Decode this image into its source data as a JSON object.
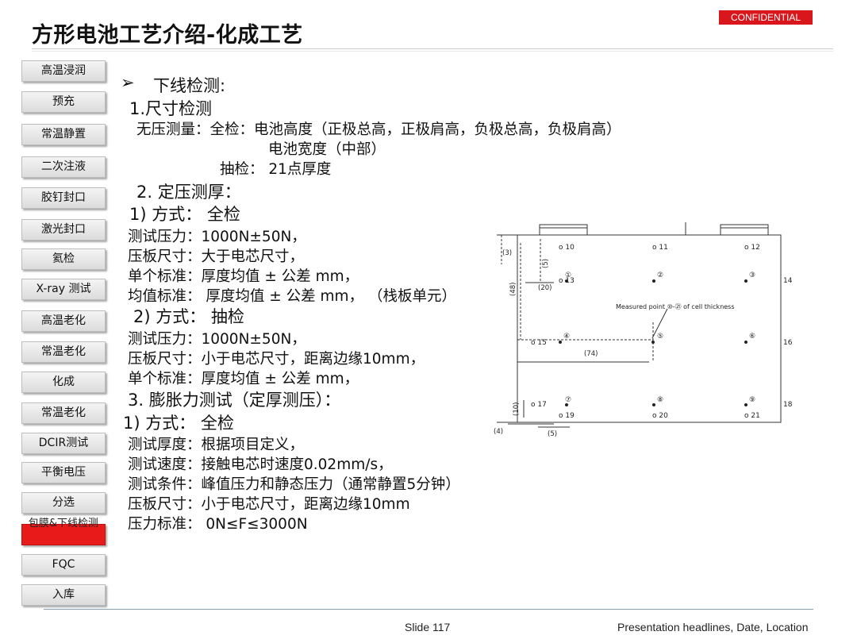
{
  "header": {
    "title": "方形电池工艺介绍-化成工艺",
    "confidential": "CONFIDENTIAL"
  },
  "sidebar": {
    "steps": [
      "高温浸润",
      "预充",
      "常温静置",
      "二次注液",
      "胶钉封口",
      "激光封口",
      "氦检",
      "X-ray 测试",
      "高温老化",
      "常温老化",
      "化成",
      "常温老化",
      "DCIR测试",
      "平衡电压",
      "分选",
      "包膜&下线检测",
      "FQC",
      "入库"
    ],
    "active_index": 15,
    "active_color": "#e81a1a"
  },
  "content": {
    "heading": "下线检测:",
    "sec1": "1.尺寸检测",
    "l1": "无压测量：全检：电池高度（正极总高，正极肩高，负极总高，负极肩高）",
    "l2": "电池宽度（中部）",
    "l3": "抽检：  21点厚度",
    "sec2": "2. 定压测厚：",
    "m1": "1)     方式：  全检",
    "m1a": "测试压力：1000N±50N，",
    "m1b": "压板尺寸：大于电芯尺寸，",
    "m1c": "单个标准：厚度均值  ± 公差 mm，",
    "m1d": "均值标准：  厚度均值 ± 公差 mm，  （栈板单元）",
    "m2": "2)     方式：  抽检",
    "m2a": "测试压力：1000N±50N，",
    "m2b": "压板尺寸：小于电芯尺寸，距离边缘10mm，",
    "m2c": "单个标准：厚度均值  ± 公差 mm，",
    "sec3": "3. 膨胀力测试（定厚测压）：",
    "s1": "1)        方式：  全检",
    "s1a": "测试厚度：根据项目定义，",
    "s1b": "测试速度：接触电芯时速度0.02mm/s，",
    "s1c": "测试条件：峰值压力和静态压力（通常静置5分钟）",
    "s1d": "压板尺寸：小于电芯尺寸，距离边缘10mm",
    "s1e": "压力标准：  0N≤F≤3000N"
  },
  "diagram": {
    "annotation": "Measured point ⑩-㉑ of cell thickness",
    "points": [
      "10",
      "11",
      "12",
      "13",
      "14",
      "15",
      "16",
      "17",
      "18",
      "19",
      "20",
      "21"
    ],
    "circled": [
      "①",
      "②",
      "③",
      "④",
      "⑤",
      "⑥",
      "⑦",
      "⑧",
      "⑨"
    ],
    "dims": [
      "(3)",
      "(5)",
      "(48)",
      "(20)",
      "(74)",
      "(10)",
      "(4)",
      "(5)"
    ]
  },
  "footer": {
    "slide": "Slide 117",
    "info": "Presentation headlines, Date, Location"
  }
}
